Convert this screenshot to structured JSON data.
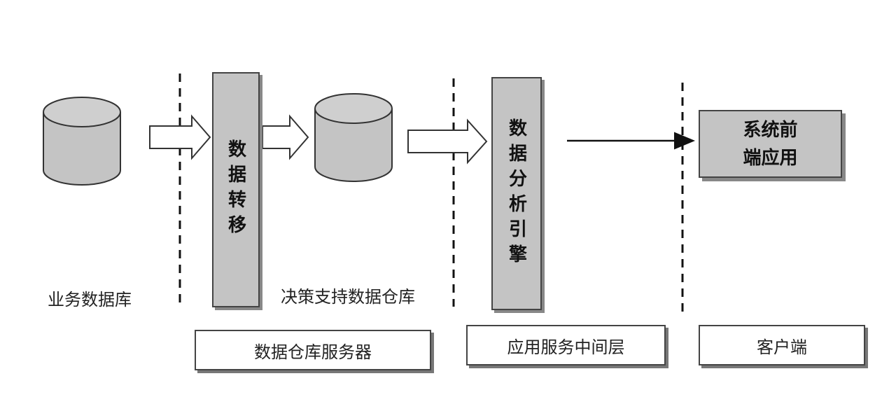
{
  "nodes": {
    "business_db": "业务数据库",
    "data_transfer": "数据转移",
    "dw": "决策支持数据仓库",
    "analysis_engine": "数据分析引擎",
    "frontend_app": "系统前\n端应用"
  },
  "tiers": {
    "dw_server": "数据仓库服务器",
    "app_service": "应用服务中间层",
    "client": "客户端"
  },
  "colors": {
    "box_fill": "#c4c4c4",
    "stroke": "#444444",
    "shadow": "#888888"
  }
}
